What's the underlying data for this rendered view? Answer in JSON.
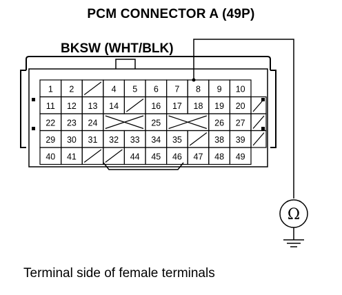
{
  "title": "PCM CONNECTOR A (49P)",
  "wire_label": "BKSW (WHT/BLK)",
  "caption": "Terminal side of female terminals",
  "meter_symbol": "Ω",
  "rows": [
    [
      {
        "t": "1"
      },
      {
        "t": "2"
      },
      {
        "t": "",
        "e": "slash"
      },
      {
        "t": "4"
      },
      {
        "t": "5"
      },
      {
        "t": "6"
      },
      {
        "t": "7"
      },
      {
        "t": "8"
      },
      {
        "t": "9"
      },
      {
        "t": "10"
      }
    ],
    [
      {
        "t": "11"
      },
      {
        "t": "12"
      },
      {
        "t": "13"
      },
      {
        "t": "14"
      },
      {
        "t": "",
        "e": "slash"
      },
      {
        "t": "16"
      },
      {
        "t": "17"
      },
      {
        "t": "18"
      },
      {
        "t": "19"
      },
      {
        "t": "20"
      }
    ],
    [
      {
        "t": "22"
      },
      {
        "t": "23"
      },
      {
        "t": "24"
      },
      {
        "t": "",
        "e": "x2"
      },
      {
        "t": "",
        "e": "skip"
      },
      {
        "t": "25"
      },
      {
        "t": "",
        "e": "x2"
      },
      {
        "t": "",
        "e": "skip"
      },
      {
        "t": "26"
      },
      {
        "t": "27"
      }
    ],
    [
      {
        "t": "29"
      },
      {
        "t": "30"
      },
      {
        "t": "31"
      },
      {
        "t": "32"
      },
      {
        "t": "33"
      },
      {
        "t": "34"
      },
      {
        "t": "35"
      },
      {
        "t": "",
        "e": "slash"
      },
      {
        "t": "38"
      },
      {
        "t": "39"
      }
    ],
    [
      {
        "t": "40"
      },
      {
        "t": "41"
      },
      {
        "t": "",
        "e": "slash"
      },
      {
        "t": "",
        "e": "slash"
      },
      {
        "t": "44"
      },
      {
        "t": "45"
      },
      {
        "t": "46"
      },
      {
        "t": "47"
      },
      {
        "t": "48"
      },
      {
        "t": "49"
      }
    ]
  ],
  "right_column_blanks": [
    1,
    2,
    3
  ]
}
